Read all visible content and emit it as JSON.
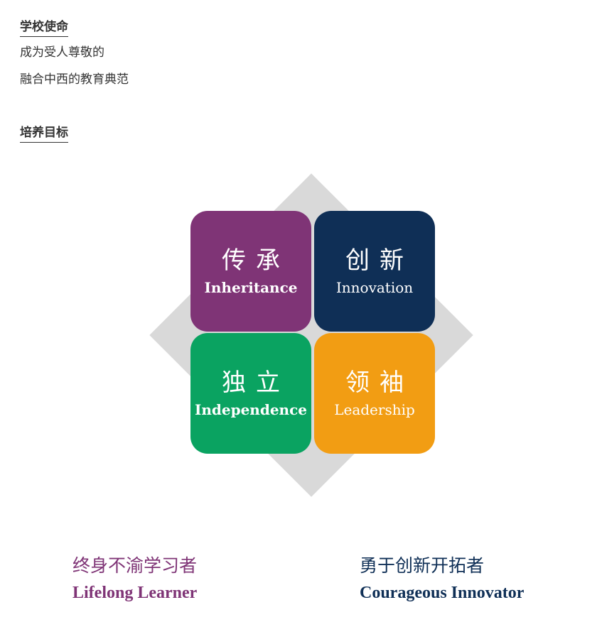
{
  "mission": {
    "heading": "学校使命",
    "lines": [
      "成为受人尊敬的",
      "融合中西的教育典范"
    ]
  },
  "goals": {
    "heading": "培养目标"
  },
  "tiles": [
    {
      "cn": "传承",
      "en": "Inheritance",
      "color": "#7f3476"
    },
    {
      "cn": "创新",
      "en": "Innovation",
      "color": "#0f2f56"
    },
    {
      "cn": "独立",
      "en": "Independence",
      "color": "#0aa361"
    },
    {
      "cn": "领袖",
      "en": "Leadership",
      "color": "#f29d13"
    }
  ],
  "bottom": [
    {
      "cn": "终身不渝学习者",
      "en": "Lifelong Learner",
      "color": "#7f3476"
    },
    {
      "cn": "勇于创新开拓者",
      "en": "Courageous Innovator",
      "color": "#0f2f56"
    }
  ]
}
